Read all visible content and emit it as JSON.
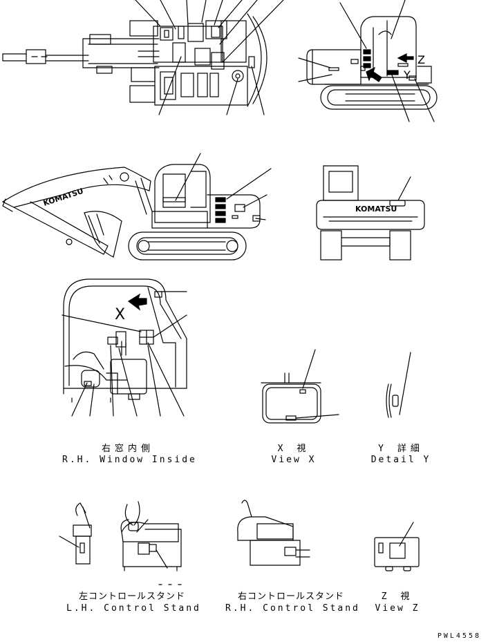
{
  "captions": {
    "rh_window_inside": {
      "jp": "右窓内側",
      "en": "R.H. Window Inside"
    },
    "view_x": {
      "jp": "X 視",
      "en": "View X"
    },
    "detail_y": {
      "jp": "Y 詳細",
      "en": "Detail Y"
    },
    "lh_control_stand": {
      "jp": "左コントロールスタンド",
      "en": "L.H. Control Stand"
    },
    "rh_control_stand": {
      "jp": "右コントロールスタンド",
      "en": "R.H. Control Stand"
    },
    "view_z": {
      "jp": "Z 視",
      "en": "View Z"
    }
  },
  "markers": {
    "x": "X",
    "y": "Y",
    "z": "Z"
  },
  "brand": {
    "side": "KOMATSU",
    "rear": "KOMATSU"
  },
  "drawing_code": "PWL4558"
}
